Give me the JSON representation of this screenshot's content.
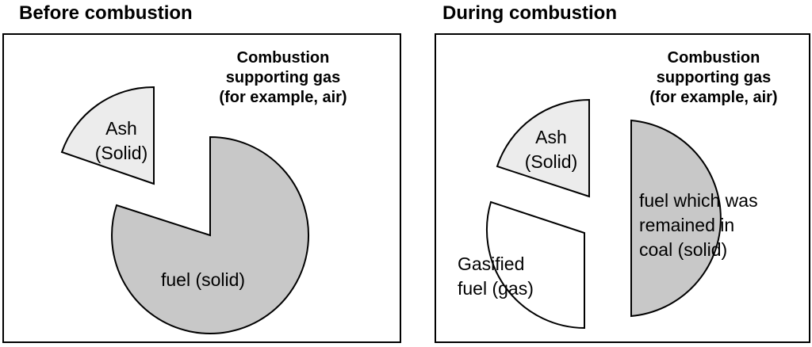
{
  "before": {
    "title": "Before combustion",
    "gas_label": [
      "Combustion",
      "supporting gas",
      "(for example, air)"
    ],
    "ash_label": [
      "Ash",
      "(Solid)"
    ],
    "fuel_label": "fuel (solid)"
  },
  "during": {
    "title": "During combustion",
    "gas_label": [
      "Combustion",
      "supporting gas",
      "(for example, air)"
    ],
    "ash_label": [
      "Ash",
      "(Solid)"
    ],
    "gas_fuel_label": [
      "Gasified",
      "fuel (gas)"
    ],
    "remaining_label": [
      "fuel which was",
      "remained in",
      "coal (solid)"
    ]
  },
  "colors": {
    "ash_fill": "#ececec",
    "fuel_fill": "#c8c8c8",
    "gas_fill": "#ffffff",
    "outline": "#000000"
  }
}
